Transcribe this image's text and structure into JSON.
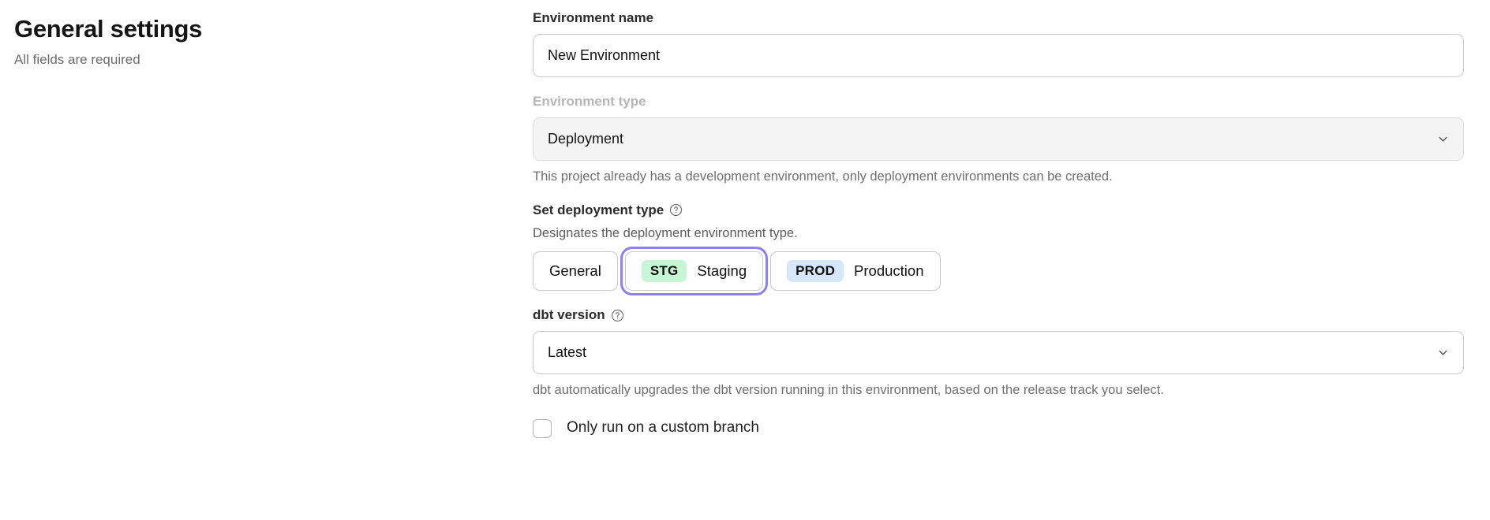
{
  "header": {
    "title": "General settings",
    "subtitle": "All fields are required"
  },
  "form": {
    "environment_name": {
      "label": "Environment name",
      "value": "New Environment",
      "placeholder": "Environment name"
    },
    "environment_type": {
      "label": "Environment type",
      "value": "Deployment",
      "disabled": true,
      "chevron_icon": "chevron-down-icon",
      "helper_text": "This project already has a development environment, only deployment environments can be created."
    },
    "deployment_type": {
      "label": "Set deployment type",
      "help_icon": "question-circle-icon",
      "description": "Designates the deployment environment type.",
      "selected": "Staging",
      "options": [
        {
          "label": "General",
          "badge": "",
          "badge_color": ""
        },
        {
          "label": "Staging",
          "badge": "STG",
          "badge_color": "#c6f6d5"
        },
        {
          "label": "Production",
          "badge": "PROD",
          "badge_color": "#d6e6fb"
        }
      ]
    },
    "dbt_version": {
      "label": "dbt version",
      "help_icon": "question-circle-icon",
      "value": "Latest",
      "chevron_icon": "chevron-down-icon",
      "helper_text": "dbt automatically upgrades the dbt version running in this environment, based on the release track you select."
    },
    "custom_branch": {
      "label": "Only run on a custom branch",
      "checked": false
    }
  },
  "colors": {
    "focus_ring": "#8b7ff5",
    "staging_badge": "#c6f6d5",
    "production_badge": "#d6e6fb",
    "disabled_field_bg": "#f4f4f4"
  }
}
